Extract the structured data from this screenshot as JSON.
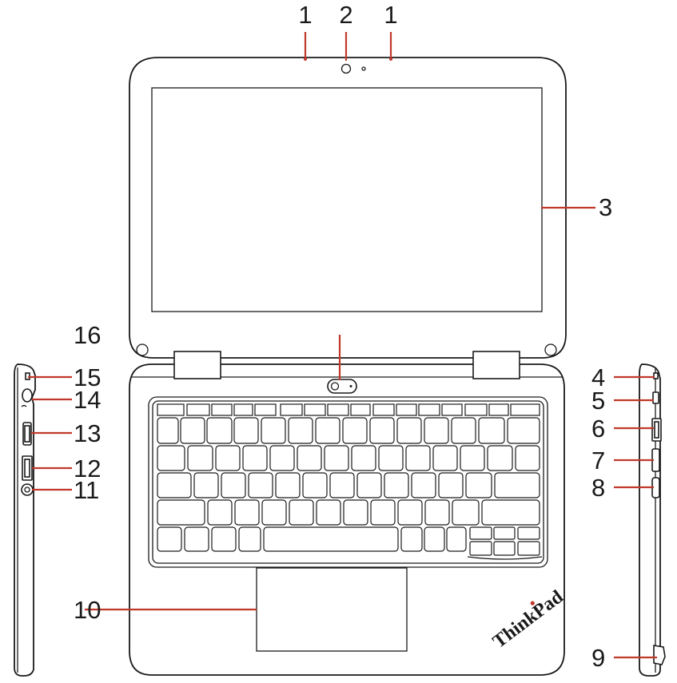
{
  "brand": {
    "logo_text": "ThinkPad",
    "logo_dot_color": "#c0392b"
  },
  "colors": {
    "outline": "#1a1a1a",
    "callout": "#c0392b",
    "background": "#ffffff"
  },
  "callouts": {
    "c1_left": "1",
    "c2": "2",
    "c1_right": "1",
    "c3": "3",
    "c4": "4",
    "c5": "5",
    "c6": "6",
    "c7": "7",
    "c8": "8",
    "c9": "9",
    "c10": "10",
    "c11": "11",
    "c12": "12",
    "c13": "13",
    "c14": "14",
    "c15": "15",
    "c16": "16"
  }
}
